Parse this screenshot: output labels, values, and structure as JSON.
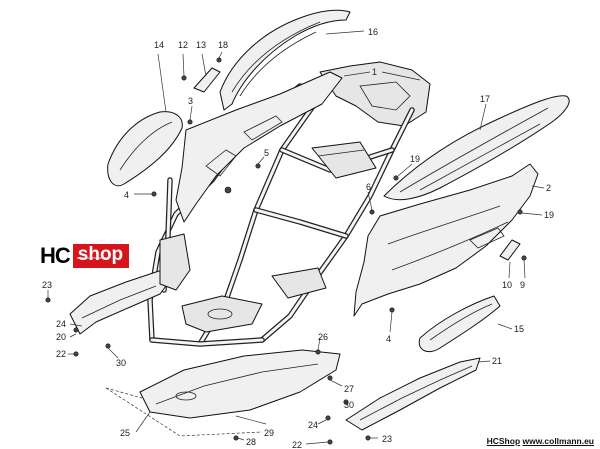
{
  "logo": {
    "hc": "HC",
    "shop": "shop",
    "sub": "www.collmann.eu"
  },
  "footer": {
    "shop": "HCShop",
    "url": "www.collmann.eu"
  },
  "callouts": [
    {
      "id": "c1",
      "text": "1"
    },
    {
      "id": "c2",
      "text": "2"
    },
    {
      "id": "c3",
      "text": "3"
    },
    {
      "id": "c4a",
      "text": "4"
    },
    {
      "id": "c4b",
      "text": "4"
    },
    {
      "id": "c5",
      "text": "5"
    },
    {
      "id": "c6",
      "text": "6"
    },
    {
      "id": "c9",
      "text": "9"
    },
    {
      "id": "c10",
      "text": "10"
    },
    {
      "id": "c12",
      "text": "12"
    },
    {
      "id": "c13",
      "text": "13"
    },
    {
      "id": "c14",
      "text": "14"
    },
    {
      "id": "c15",
      "text": "15"
    },
    {
      "id": "c16",
      "text": "16"
    },
    {
      "id": "c17",
      "text": "17"
    },
    {
      "id": "c18",
      "text": "18"
    },
    {
      "id": "c19a",
      "text": "19"
    },
    {
      "id": "c19b",
      "text": "19"
    },
    {
      "id": "c20",
      "text": "20"
    },
    {
      "id": "c21",
      "text": "21"
    },
    {
      "id": "c22a",
      "text": "22"
    },
    {
      "id": "c22b",
      "text": "22"
    },
    {
      "id": "c23a",
      "text": "23"
    },
    {
      "id": "c23b",
      "text": "23"
    },
    {
      "id": "c24a",
      "text": "24"
    },
    {
      "id": "c24b",
      "text": "24"
    },
    {
      "id": "c25",
      "text": "25"
    },
    {
      "id": "c26",
      "text": "26"
    },
    {
      "id": "c27",
      "text": "27"
    },
    {
      "id": "c28",
      "text": "28"
    },
    {
      "id": "c29",
      "text": "29"
    },
    {
      "id": "c30a",
      "text": "30"
    },
    {
      "id": "c30b",
      "text": "30"
    }
  ]
}
